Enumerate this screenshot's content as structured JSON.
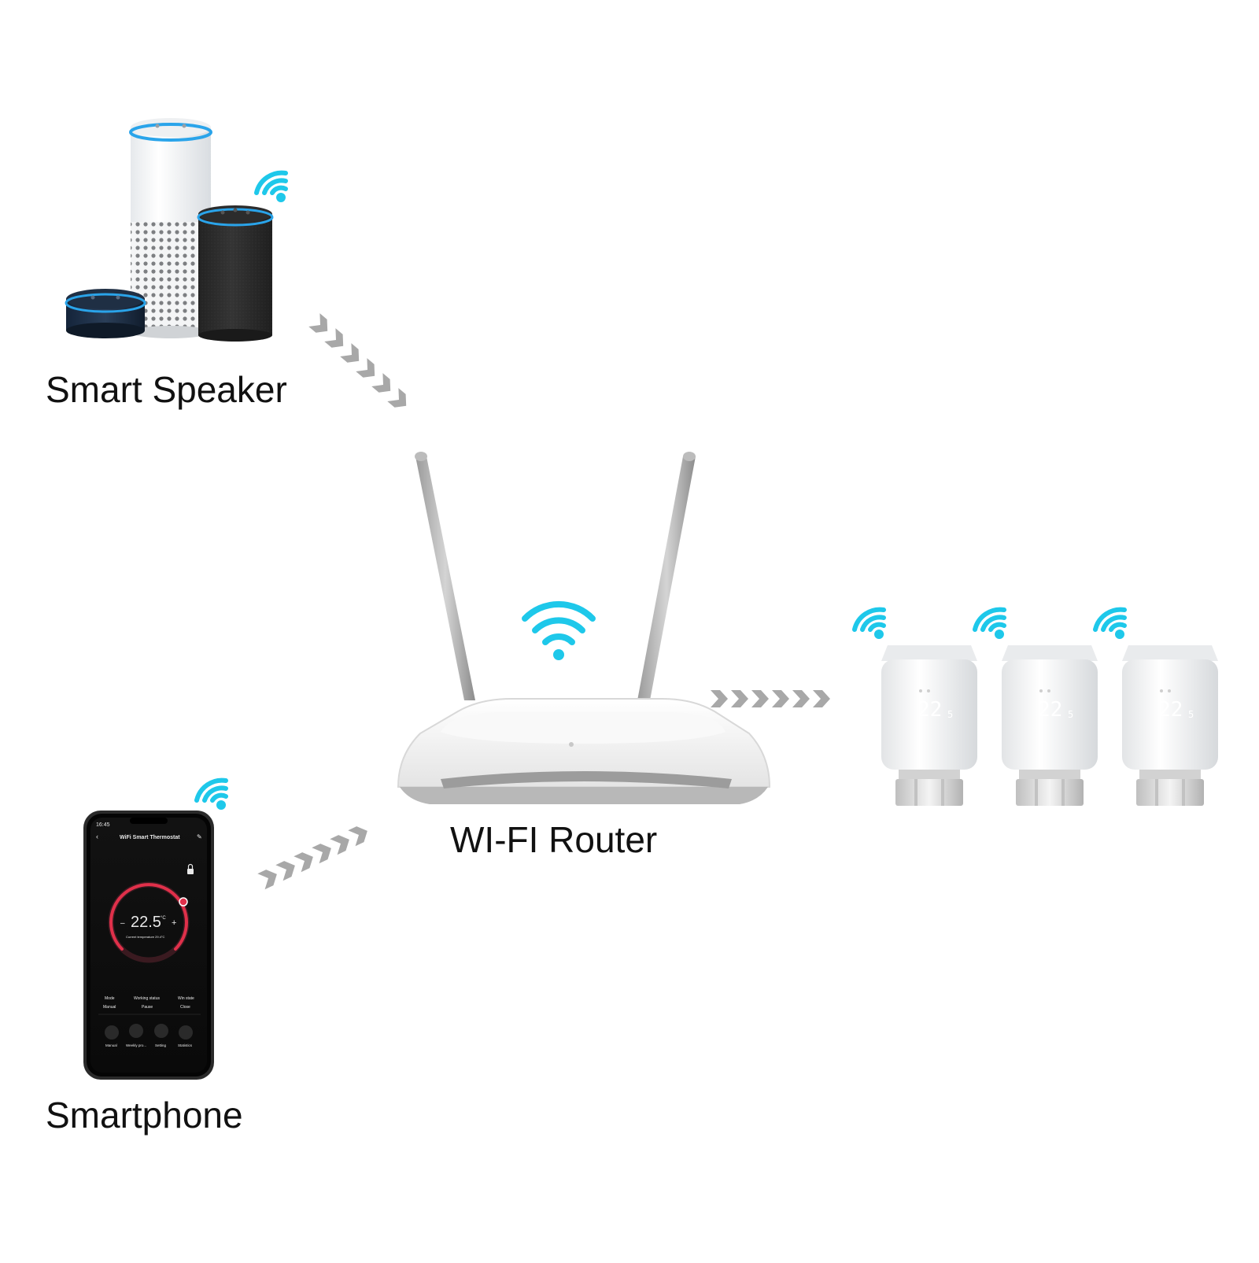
{
  "labels": {
    "smart_speaker": "Smart Speaker",
    "router": "WI-FI Router",
    "smartphone": "Smartphone"
  },
  "phone_screen": {
    "time": "16:45",
    "title": "WiFi Smart Thermostat",
    "set_temp": "22.5",
    "unit": "°C",
    "current_temp": "Current temperature 29.4°C",
    "stats": [
      {
        "label": "Mode",
        "value": "Manual"
      },
      {
        "label": "Working status",
        "value": "Pause"
      },
      {
        "label": "Win state",
        "value": "Close"
      }
    ],
    "nav": [
      "Manual",
      "Weekly pro...",
      "Setting",
      "Statistics"
    ]
  },
  "thermostat_display": {
    "value": "22",
    "suffix": "5"
  },
  "colors": {
    "wifi": "#1ec8ea",
    "arrow": "#a8a8a8",
    "phone_ring": "#e0304a",
    "text": "#111111"
  },
  "icons": [
    "wifi-icon",
    "chevron-arrow-icon",
    "lock-icon",
    "back-icon",
    "edit-icon"
  ]
}
